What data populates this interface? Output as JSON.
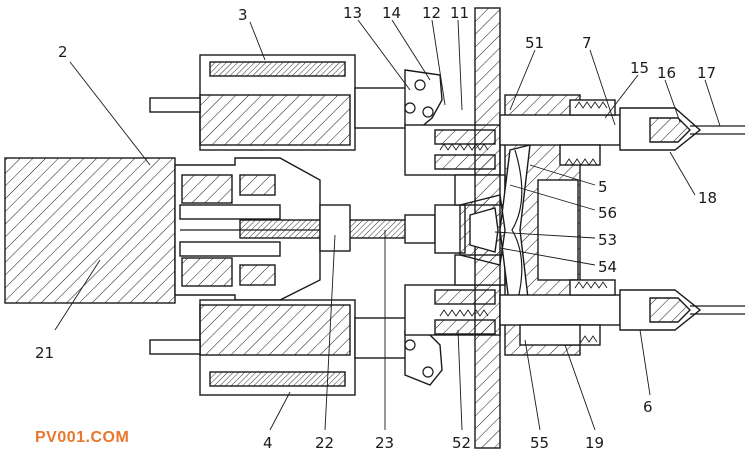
{
  "watermark": "PV001.COM",
  "labels": {
    "l2": "2",
    "l3": "3",
    "l13": "13",
    "l14": "14",
    "l12": "12",
    "l11": "11",
    "l51": "51",
    "l7": "7",
    "l15": "15",
    "l16": "16",
    "l17": "17",
    "l5": "5",
    "l18": "18",
    "l56": "56",
    "l53": "53",
    "l54": "54",
    "l21": "21",
    "l6": "6",
    "l4": "4",
    "l22": "22",
    "l23": "23",
    "l52": "52",
    "l55": "55",
    "l19": "19"
  }
}
